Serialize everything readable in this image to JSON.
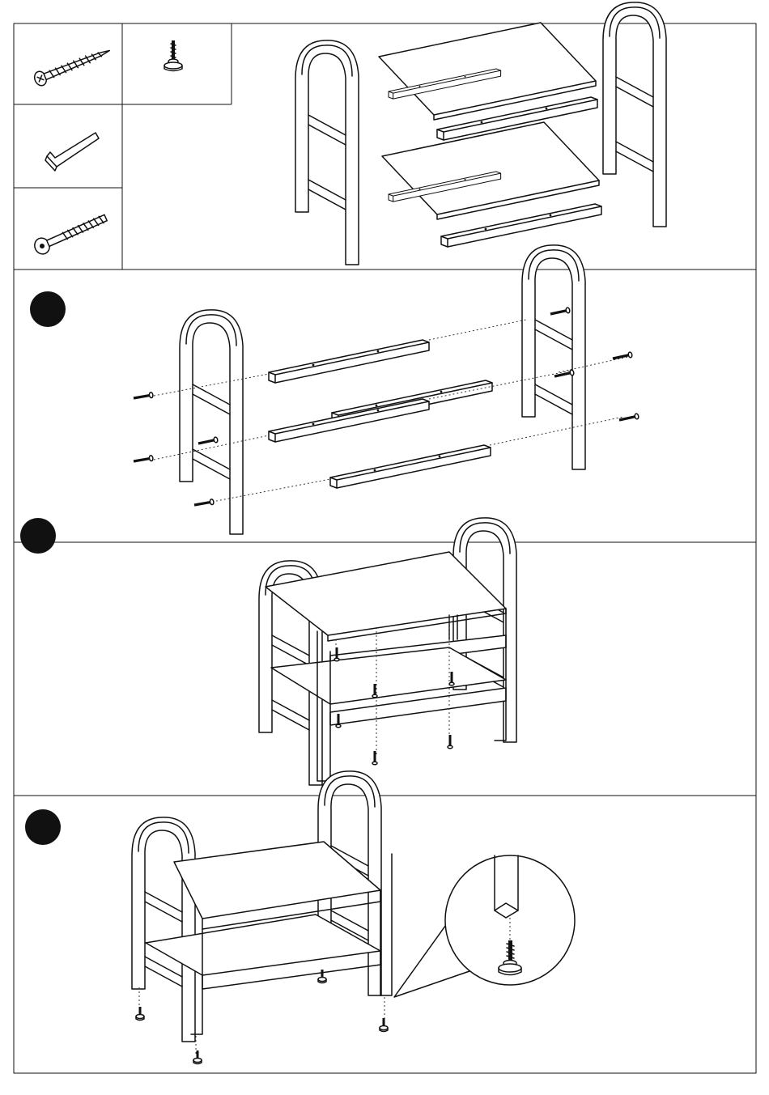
{
  "colors": {
    "line": "#111111",
    "background": "#ffffff",
    "step_marker": "#111111"
  },
  "sections": [
    {
      "id": "parts",
      "items": [
        "wood-screw-icon",
        "leveling-foot-icon",
        "allen-key-icon",
        "bolt-icon"
      ]
    },
    {
      "id": "step-1"
    },
    {
      "id": "step-2"
    },
    {
      "id": "step-3"
    }
  ]
}
